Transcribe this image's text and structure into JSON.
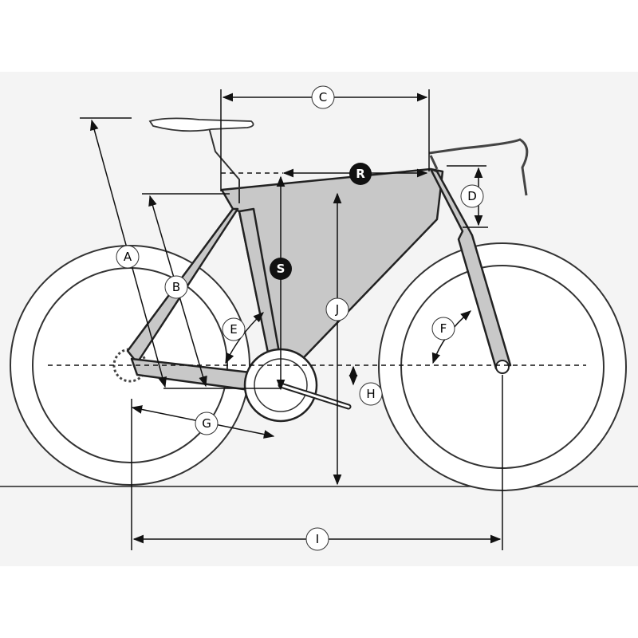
{
  "diagram": {
    "title_hidden": false,
    "labels": {
      "A": "A",
      "B": "B",
      "C": "C",
      "D": "D",
      "E": "E",
      "F": "F",
      "G": "G",
      "H": "H",
      "I": "I",
      "J": "J",
      "R": "R",
      "S": "S"
    },
    "colors": {
      "background": "#f4f4f4",
      "frame_fill": "#c8c8c8",
      "line": "#1a1a1a"
    }
  }
}
